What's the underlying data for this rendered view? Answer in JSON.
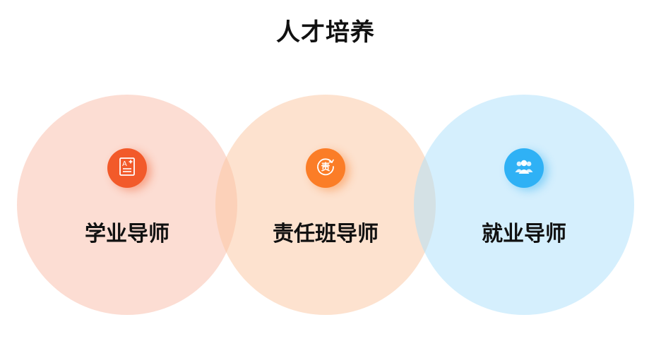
{
  "title": "人才培养",
  "circles": [
    {
      "label": "学业导师",
      "icon": "grade-document-icon",
      "color": "#f25a2a"
    },
    {
      "label": "责任班导师",
      "icon": "responsibility-icon",
      "color": "#fb7d27"
    },
    {
      "label": "就业导师",
      "icon": "people-group-icon",
      "color": "#2fb1f5"
    }
  ],
  "icon_glyphs": {
    "responsibility": "责"
  }
}
